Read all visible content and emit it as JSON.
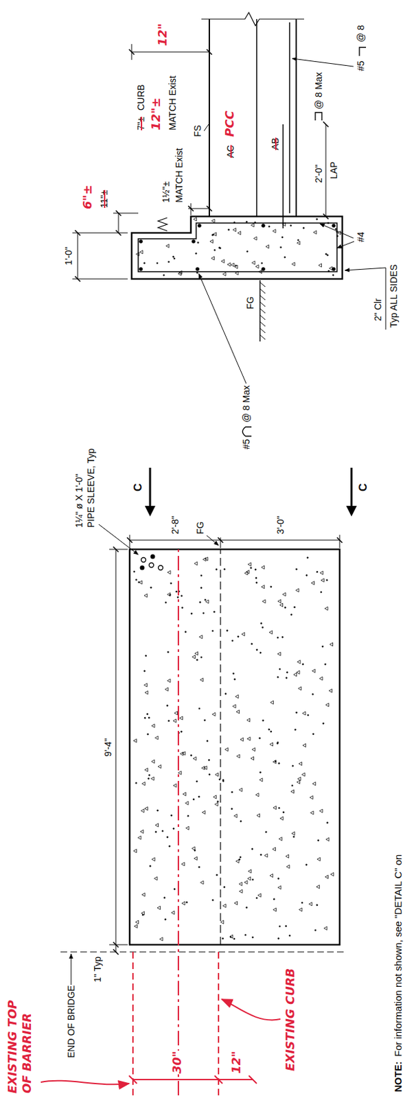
{
  "diagram": {
    "labels": [
      "EXISTING TOP OF BARRIER",
      "END OF BRIDGE",
      "1\" Typ",
      "30\"",
      "12\"",
      "EXISTING CURB",
      "9'-4\"",
      "1¼\" ø X 1'-0\"",
      "PIPE SLEEVE, Typ",
      "C",
      "2'-8\"",
      "FG",
      "3'-0\"",
      "C",
      "1'-0\"",
      "6\"±",
      "11\"±",
      "1½\"±",
      "MATCH Exist",
      "7\"±",
      "CURB",
      "12\"±",
      "MATCH Exist",
      "12\"",
      "FS",
      "AC",
      "PCC",
      "AB",
      "@ 8 Max",
      "2'-0\"",
      "LAP",
      "#4",
      "#5",
      "@ 8",
      "FG",
      "#5",
      "@ 8 Max",
      "2\" Clr",
      "Typ ALL SIDES",
      "NOTE:",
      "For information not shown, see \"DETAIL C\" on"
    ]
  }
}
